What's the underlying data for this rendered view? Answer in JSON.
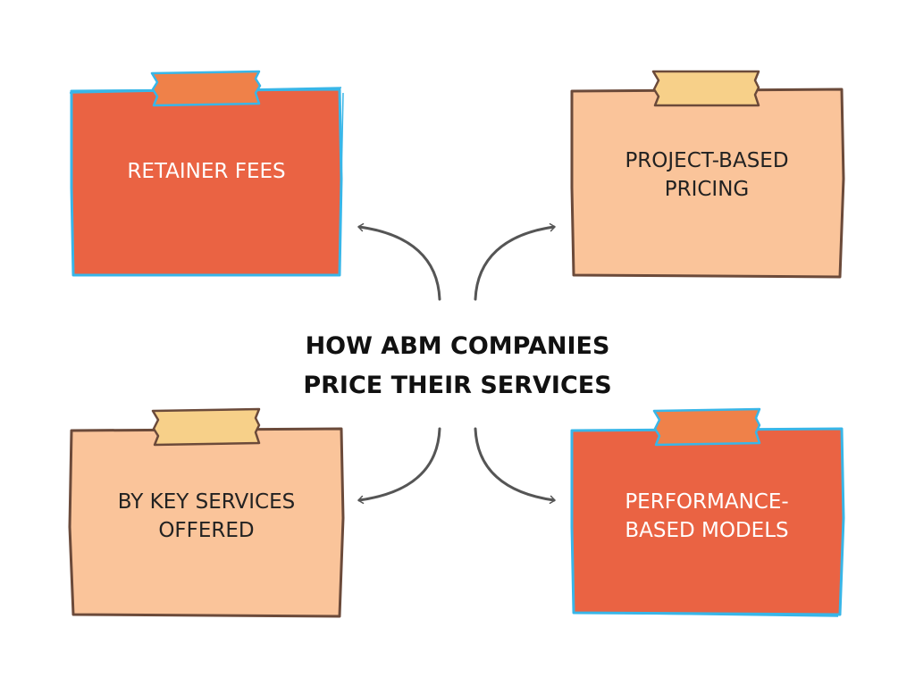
{
  "center": {
    "title_line1": "HOW ABM COMPANIES",
    "title_line2": "PRICE THEIR SERVICES"
  },
  "cards": {
    "top_left": {
      "line1": "RETAINER FEES",
      "line2": ""
    },
    "top_right": {
      "line1": "PROJECT-BASED",
      "line2": "PRICING"
    },
    "bottom_left": {
      "line1": "BY KEY SERVICES",
      "line2": "OFFERED"
    },
    "bottom_right": {
      "line1": "PERFORMANCE-",
      "line2": "BASED MODELS"
    }
  },
  "colors": {
    "card_dark": "#EA6343",
    "card_light": "#FAC49A",
    "tape_orange": "#EF8149",
    "tape_yellow": "#F7D089",
    "outline_brown": "#6B4A3A",
    "outline_blue": "#38B6E8",
    "arrow": "#555555"
  }
}
